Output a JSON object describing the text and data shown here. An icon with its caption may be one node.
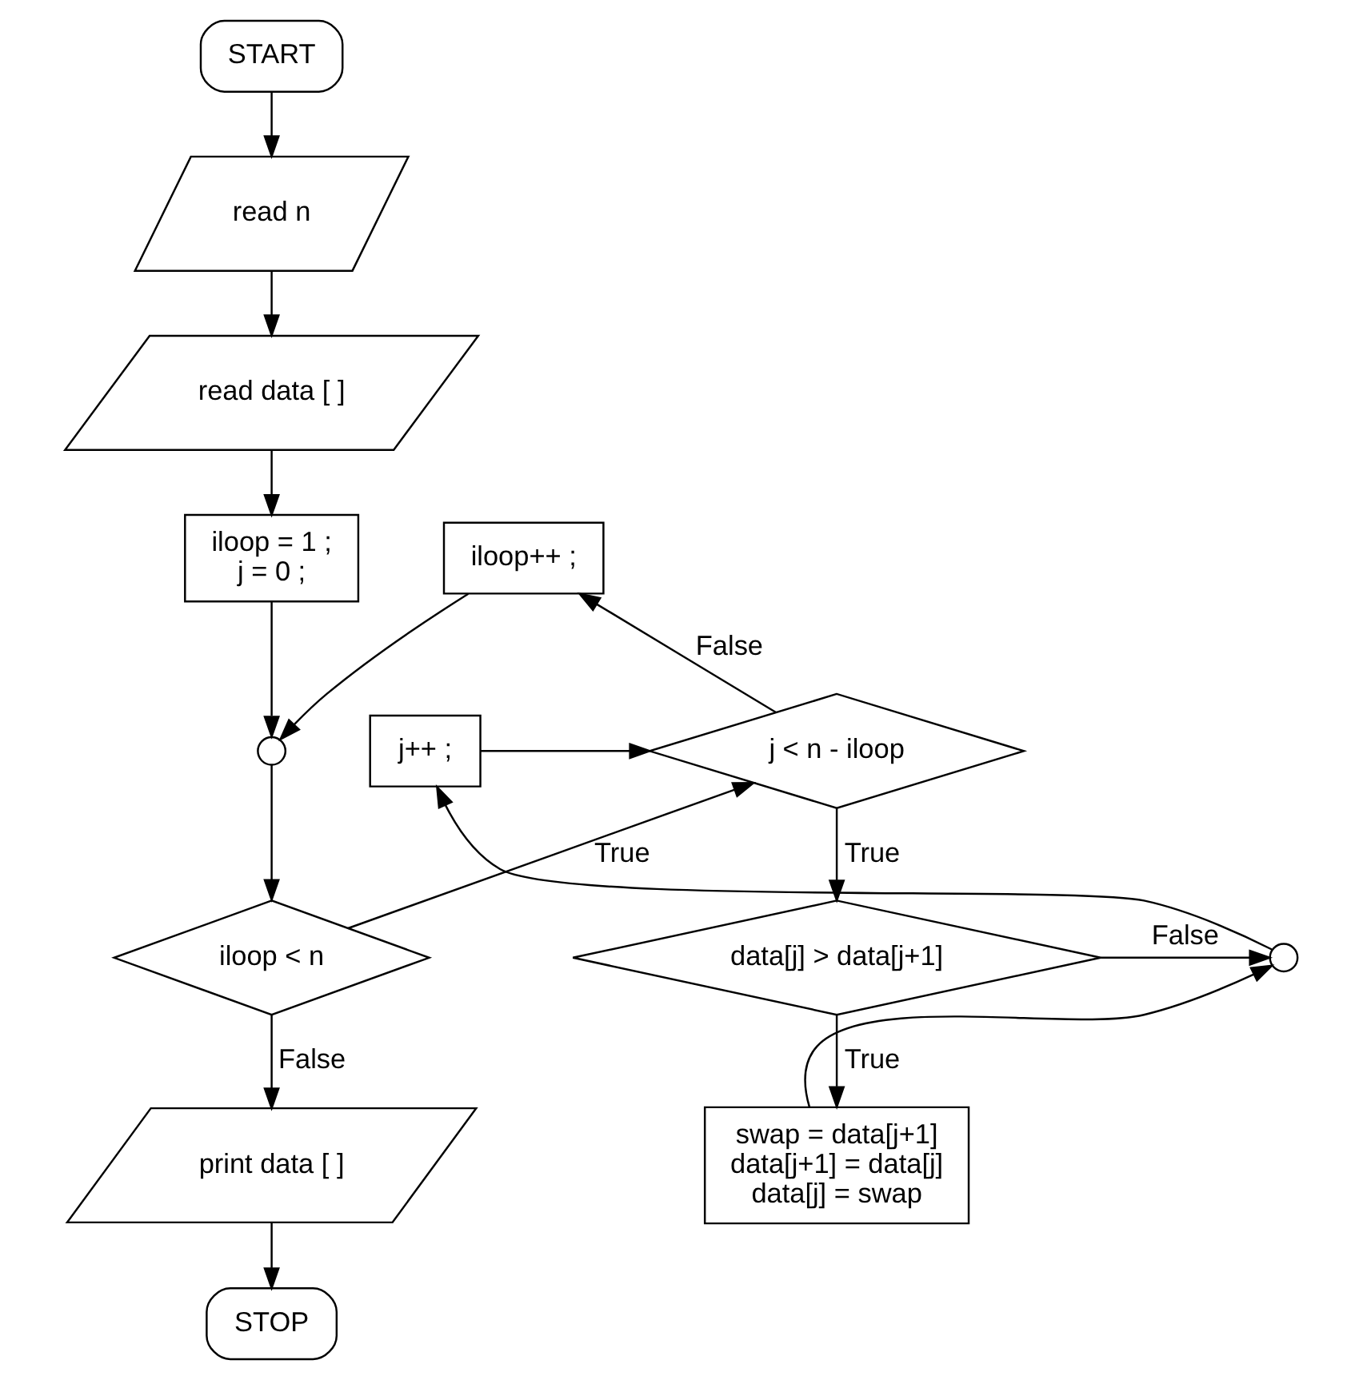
{
  "diagram": {
    "nodes": [
      {
        "text": [
          "START"
        ]
      },
      {
        "text": [
          "read n"
        ]
      },
      {
        "text": [
          "read data [ ]"
        ]
      },
      {
        "text": [
          "iloop = 1 ;",
          "j = 0 ;"
        ]
      },
      {
        "text": [],
        "shape": "circle"
      },
      {
        "text": [
          "iloop < n"
        ]
      },
      {
        "text": [
          "print data [ ]"
        ]
      },
      {
        "text": [
          "STOP"
        ]
      },
      {
        "text": [
          "iloop++ ;"
        ]
      },
      {
        "text": [
          "j < n - iloop"
        ]
      },
      {
        "text": [
          "j++ ;"
        ]
      },
      {
        "text": [
          "data[j] > data[j+1]"
        ]
      },
      {
        "text": [],
        "shape": "circle"
      },
      {
        "text": [
          "swap = data[j+1]",
          "data[j+1] = data[j]",
          "data[j] = swap"
        ]
      }
    ],
    "edges": [
      {
        "from": 0,
        "to": 1,
        "arrow": "to"
      },
      {
        "from": 1,
        "to": 2,
        "arrow": "to"
      },
      {
        "from": 2,
        "to": 3,
        "arrow": "to"
      },
      {
        "from": 3,
        "to": 4,
        "arrow": "to"
      },
      {
        "from": 4,
        "to": 5,
        "arrow": "to"
      },
      {
        "from": 5,
        "to": 9,
        "arrow": "to",
        "label": "True"
      },
      {
        "from": 5,
        "to": 6,
        "arrow": "to",
        "label": "False"
      },
      {
        "from": 6,
        "to": 7,
        "arrow": "to"
      },
      {
        "from": 9,
        "to": 8,
        "arrow": "to",
        "label": "False"
      },
      {
        "from": 8,
        "to": 4,
        "arrow": "to"
      },
      {
        "from": 9,
        "to": 11,
        "arrow": "to",
        "label": "True"
      },
      {
        "from": 11,
        "to": 12,
        "arrow": "to",
        "label": "False"
      },
      {
        "from": 11,
        "to": 13,
        "arrow": "to",
        "label": "True"
      },
      {
        "from": 13,
        "to": 12,
        "arrow": "to"
      },
      {
        "from": 12,
        "to": 10,
        "arrow": "to"
      },
      {
        "from": 10,
        "to": 9,
        "arrow": "to"
      }
    ]
  }
}
